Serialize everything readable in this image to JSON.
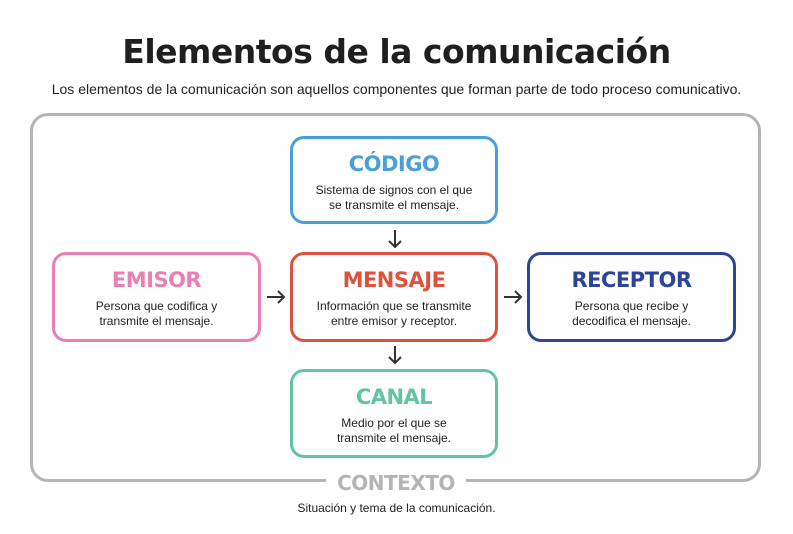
{
  "header": {
    "title": "Elementos de la comunicación",
    "subtitle": "Los elementos de la comunicación son aquellos componentes que forman parte de todo proceso comunicativo."
  },
  "colors": {
    "codigo": "#4a9fd8",
    "emisor": "#e97fb4",
    "mensaje": "#e0513c",
    "receptor": "#2d4597",
    "canal": "#62c4a4",
    "contexto": "#b4b4b4",
    "arrow": "#333333"
  },
  "elements": {
    "codigo": {
      "title": "CÓDIGO",
      "desc": "Sistema de signos con el que se transmite el mensaje."
    },
    "emisor": {
      "title": "EMISOR",
      "desc": "Persona que codifica y transmite el mensaje."
    },
    "mensaje": {
      "title": "MENSAJE",
      "desc": "Información que se transmite entre emisor y receptor."
    },
    "receptor": {
      "title": "RECEPTOR",
      "desc": "Persona que recibe y decodifica el mensaje."
    },
    "canal": {
      "title": "CANAL",
      "desc": "Medio por el que se transmite el mensaje."
    },
    "contexto": {
      "title": "CONTEXTO",
      "desc": "Situación y tema de la comunicación."
    }
  }
}
